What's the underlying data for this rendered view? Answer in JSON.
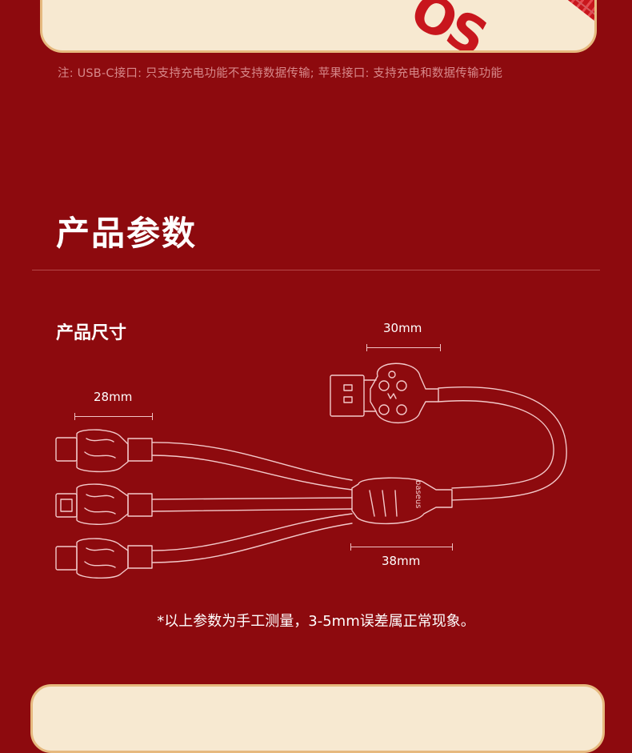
{
  "top_banner": {
    "logo_text": "OS"
  },
  "note": "注: USB-C接口: 只支持充电功能不支持数据传输; 苹果接口: 支持充电和数据传输功能",
  "section": {
    "title": "产品参数"
  },
  "dimensions": {
    "subtitle": "产品尺寸",
    "usb_head_width": "30mm",
    "connector_width": "28mm",
    "splitter_width": "38mm",
    "splitter_brand": "baseus"
  },
  "footnote": "*以上参数为手工测量，3-5mm误差属正常现象。",
  "colors": {
    "background": "#8d0a0e",
    "card": "#f7e9d1",
    "card_border": "#e6b97e",
    "accent": "#c8161d"
  }
}
